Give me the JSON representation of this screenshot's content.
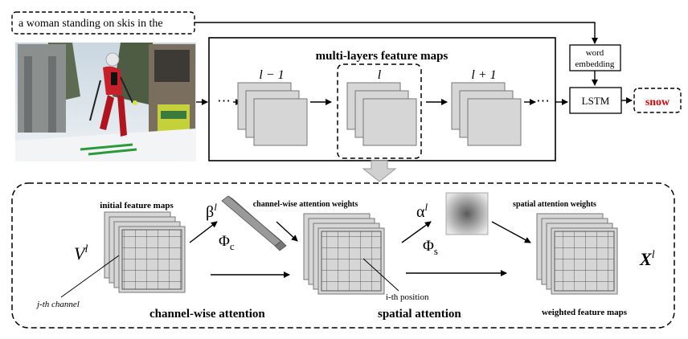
{
  "caption_input": "a woman standing on skis in the",
  "photo": {
    "description": "skier photo"
  },
  "feature_maps_box": {
    "title": "multi-layers feature maps",
    "layers": [
      "l − 1",
      "l",
      "l + 1"
    ],
    "ellipsis": "⋯"
  },
  "word_embedding": {
    "line1": "word",
    "line2": "embedding"
  },
  "lstm": "LSTM",
  "output_word": "snow",
  "attention_panel": {
    "initial_feature_maps": "initial feature maps",
    "v_label": "V",
    "v_sup": "l",
    "jth_channel": "j-th channel",
    "beta": "β",
    "beta_sup": "l",
    "phi_c": "Φ",
    "phi_c_sub": "c",
    "channel_weights": "channel-wise attention weights",
    "channel_attention": "channel-wise attention",
    "alpha": "α",
    "alpha_sup": "l",
    "phi_s": "Φ",
    "phi_s_sub": "s",
    "spatial_weights": "spatial attention weights",
    "ith_position": "i-th position",
    "spatial_attention": "spatial attention",
    "x_label": "X",
    "x_sup": "l",
    "weighted_maps": "weighted feature maps"
  },
  "colors": {
    "output_word": "#e00000",
    "map_fill": "#d6d6d6",
    "map_stroke": "#777777",
    "down_arrow": "#cccccc"
  }
}
